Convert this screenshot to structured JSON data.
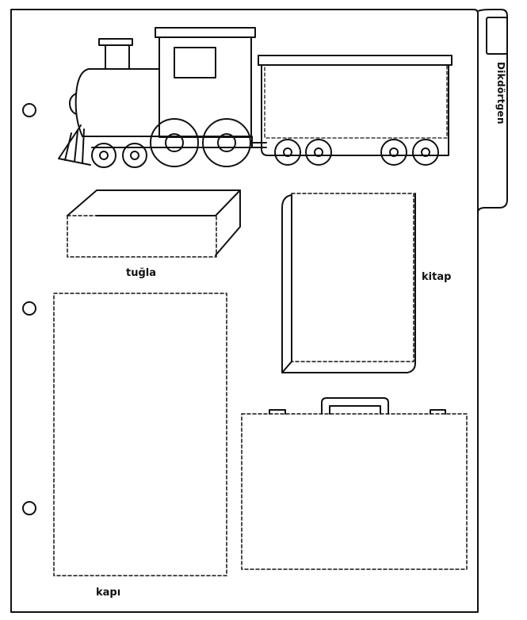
{
  "tab": {
    "label": "Dikdörtgen"
  },
  "labels": {
    "brick": "tuğla",
    "book": "kitap",
    "door": "kapı"
  },
  "colors": {
    "ink": "#111111",
    "paper": "#ffffff"
  },
  "icons": [
    "train-engine-icon",
    "train-wagon-icon",
    "brick-icon",
    "book-icon",
    "door-icon",
    "briefcase-icon",
    "binder-hole-icon"
  ]
}
